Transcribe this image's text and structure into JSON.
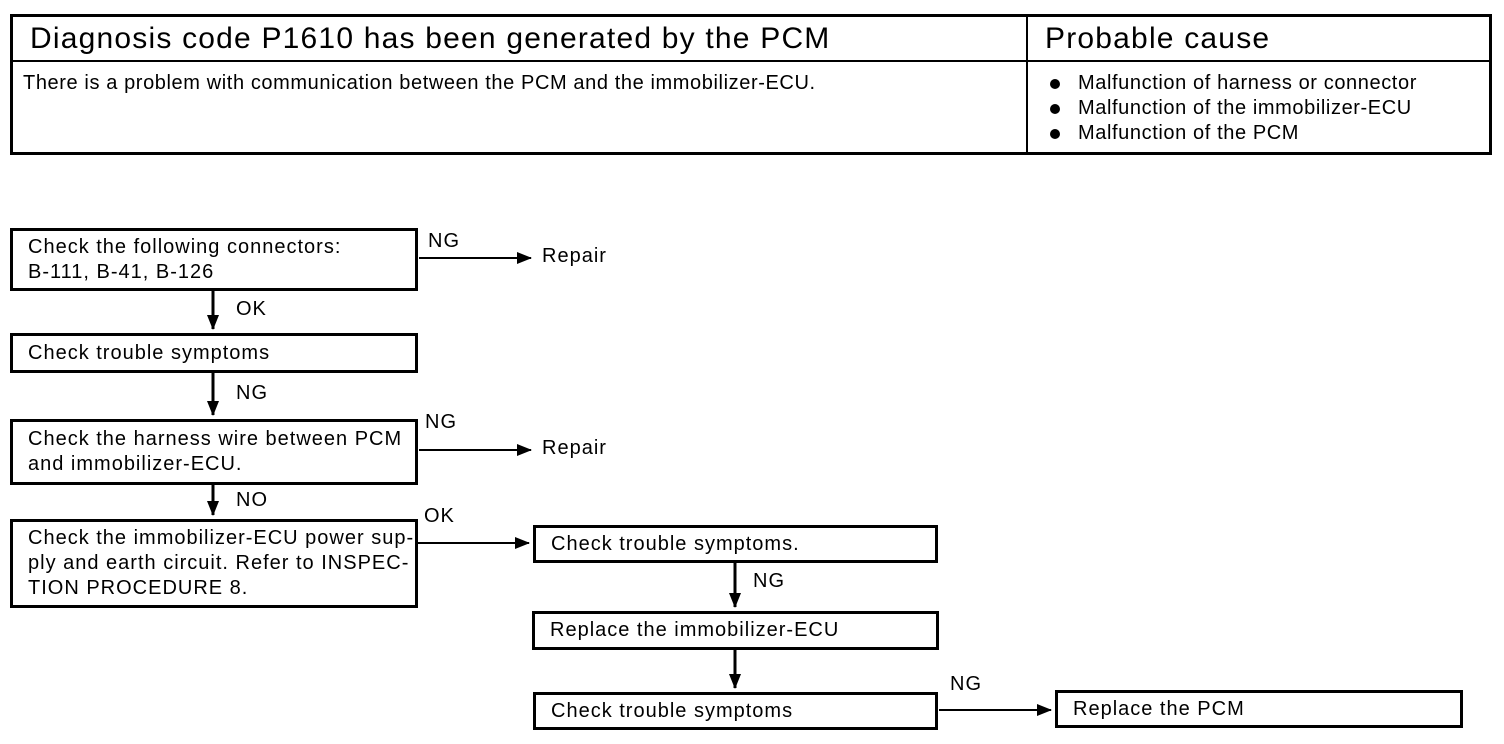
{
  "table": {
    "header_left": "Diagnosis code P1610 has been generated by the PCM",
    "header_right": "Probable cause",
    "description": "There is a problem with communication between the PCM and the immobilizer-ECU.",
    "probable_causes": [
      "Malfunction of harness or connector",
      "Malfunction of the immobilizer-ECU",
      "Malfunction of the PCM"
    ]
  },
  "flowchart": {
    "boxes": {
      "check_connectors": {
        "line1": "Check the following connectors:",
        "line2": "B-111, B-41, B-126"
      },
      "check_symptoms_1": {
        "line1": "Check trouble symptoms"
      },
      "check_harness": {
        "line1": "Check the harness wire between PCM",
        "line2": "and immobilizer-ECU."
      },
      "check_power": {
        "line1": "Check the immobilizer-ECU power sup-",
        "line2": "ply and earth circuit. Refer to INSPEC-",
        "line3": "TION PROCEDURE 8."
      },
      "check_symptoms_2": {
        "line1": "Check trouble symptoms."
      },
      "replace_immobilizer": {
        "line1": "Replace the immobilizer-ECU"
      },
      "check_symptoms_3": {
        "line1": "Check trouble symptoms"
      },
      "replace_pcm": {
        "line1": "Replace the PCM"
      }
    },
    "edge_labels": {
      "connectors_ng": "NG",
      "connectors_ok": "OK",
      "symptoms1_ng": "NG",
      "harness_ng": "NG",
      "harness_no": "NO",
      "power_ok": "OK",
      "symptoms2_ng": "NG",
      "symptoms3_ng": "NG"
    },
    "repair_label": "Repair"
  }
}
